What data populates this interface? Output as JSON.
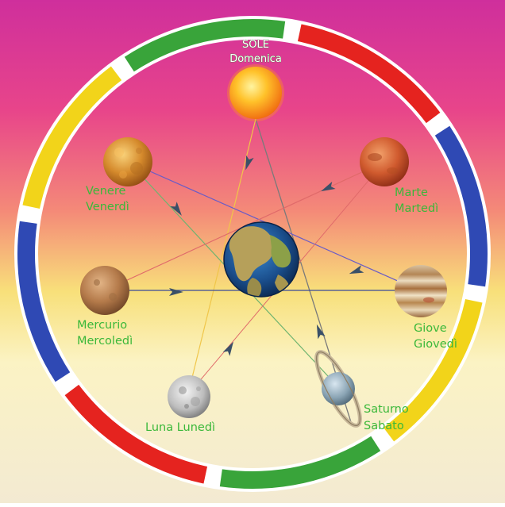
{
  "diagram": {
    "planets": [
      {
        "id": "sun",
        "lines": [
          "SOLE",
          "Domenica"
        ]
      },
      {
        "id": "mars",
        "lines": [
          "Marte",
          "Martedì"
        ]
      },
      {
        "id": "jupiter",
        "lines": [
          "Giove",
          "Giovedì"
        ]
      },
      {
        "id": "saturn",
        "lines": [
          "Saturno",
          "Sabato"
        ]
      },
      {
        "id": "moon",
        "lines": [
          "Luna Lunedì"
        ]
      },
      {
        "id": "mercury",
        "lines": [
          "Mercurio",
          "Mercoledì"
        ]
      },
      {
        "id": "venus",
        "lines": [
          "Venere",
          "Venerdì"
        ]
      }
    ],
    "center": "earth",
    "ring_colors": [
      "#e5231f",
      "#2f49b4",
      "#f2d41a",
      "#39a43a"
    ],
    "link_colors": [
      "#7a7a7a",
      "#6a5cc7",
      "#6fb46f",
      "#e06a6a",
      "#f0c64a",
      "#3a4a9a",
      "#5a6ab2"
    ]
  }
}
